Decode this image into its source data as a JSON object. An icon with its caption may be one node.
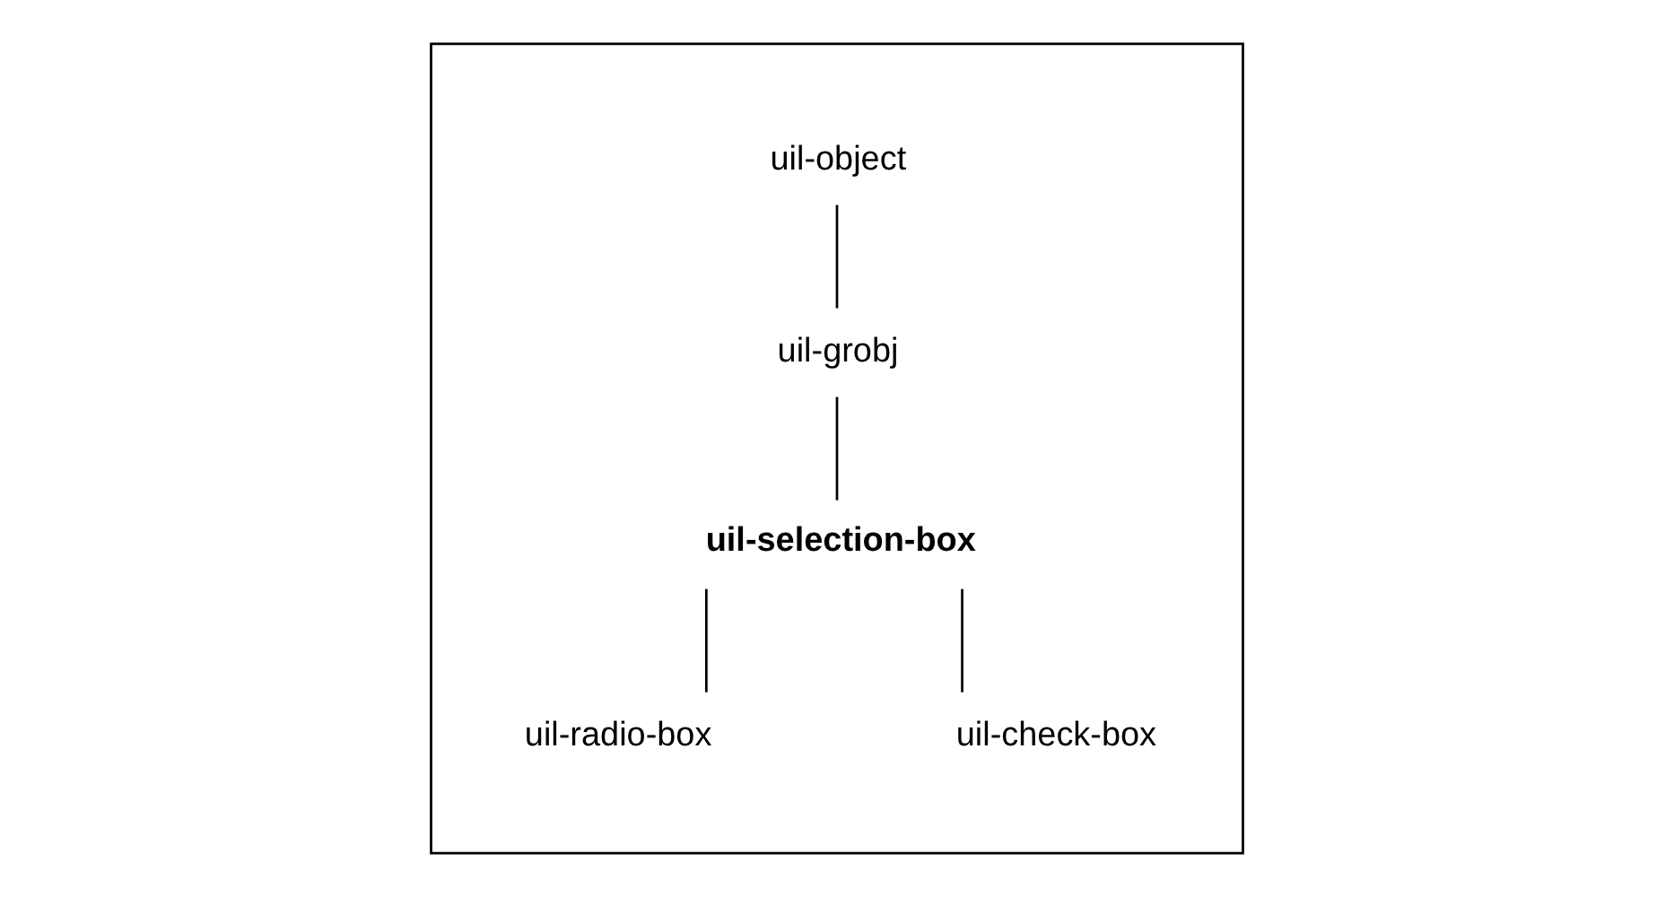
{
  "diagram": {
    "nodes": [
      {
        "text": [],
        "shape": "box"
      },
      {
        "text": [
          "uil-object"
        ],
        "in": 0
      },
      {
        "text": [
          "uil-grobj"
        ],
        "in": 0
      },
      {
        "text": [
          "uil-selection-box"
        ],
        "in": 0
      },
      {
        "text": [
          "uil-radio-box"
        ],
        "in": 0
      },
      {
        "text": [
          "uil-check-box"
        ],
        "in": 0
      }
    ],
    "edges": [
      {
        "from": 1,
        "to": 2,
        "arrow": "none"
      },
      {
        "from": 2,
        "to": 3,
        "arrow": "none"
      },
      {
        "from": 3,
        "to": 4,
        "arrow": "none"
      },
      {
        "from": 3,
        "to": 5,
        "arrow": "none"
      }
    ]
  }
}
